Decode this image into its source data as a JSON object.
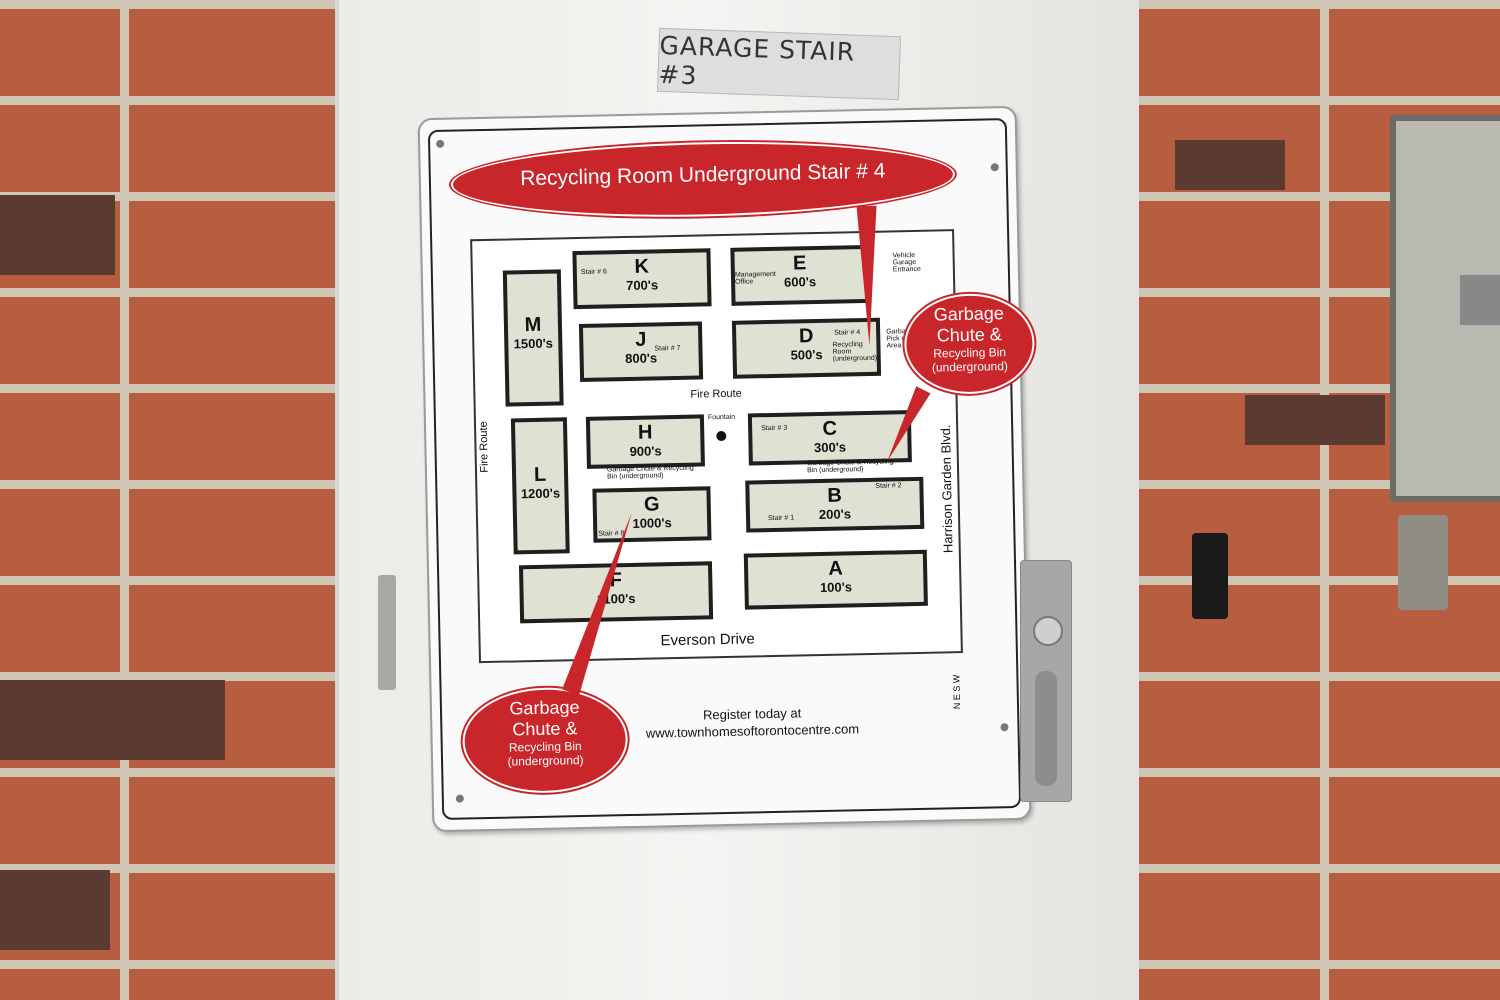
{
  "plate_label": "GARAGE STAIR #3",
  "sign": {
    "top_bubble": "Recycling Room Underground Stair # 4",
    "garbage_bubble_right": {
      "line1": "Garbage",
      "line2": "Chute &",
      "line3": "Recycling Bin",
      "line4": "(underground)"
    },
    "garbage_bubble_left": {
      "line1": "Garbage",
      "line2": "Chute &",
      "line3": "Recycling Bin",
      "line4": "(underground)"
    },
    "buildings": [
      {
        "letter": "K",
        "units": "700's"
      },
      {
        "letter": "E",
        "units": "600's"
      },
      {
        "letter": "M",
        "units": "1500's"
      },
      {
        "letter": "J",
        "units": "800's"
      },
      {
        "letter": "D",
        "units": "500's"
      },
      {
        "letter": "H",
        "units": "900's"
      },
      {
        "letter": "C",
        "units": "300's"
      },
      {
        "letter": "L",
        "units": "1200's"
      },
      {
        "letter": "G",
        "units": "1000's"
      },
      {
        "letter": "B",
        "units": "200's"
      },
      {
        "letter": "F",
        "units": "1100's"
      },
      {
        "letter": "A",
        "units": "100's"
      }
    ],
    "small_labels": {
      "stair6": "Stair # 6",
      "stair7": "Stair # 7",
      "stair4": "Stair # 4",
      "stair3": "Stair # 3",
      "stair2": "Stair # 2",
      "stair1": "Stair # 1",
      "stair8": "Stair # 8",
      "management": "Management Office",
      "recycling_room": "Recycling Room (underground)",
      "garbage_pickup": "Garbage Pick up Area",
      "vehicle_entrance": "Vehicle Garage Entrance",
      "fountain": "Fountain",
      "garbage_chute_right": "Garbage Chute & Recycling Bin (underground)",
      "garbage_chute_left": "Garbage Chute & Recycling Bin (underground)"
    },
    "roads": {
      "fire_route_mid": "Fire Route",
      "fire_route_left": "Fire Route",
      "everson": "Everson Drive",
      "harrison": "Harrison Garden Blvd."
    },
    "register_line1": "Register today at",
    "register_line2": "www.townhomesoftorontocentre.com",
    "compass": "N E S W"
  },
  "colors": {
    "sign_red": "#c8262a",
    "building_fill": "#dfe2d3",
    "brick": "#b85e40"
  }
}
